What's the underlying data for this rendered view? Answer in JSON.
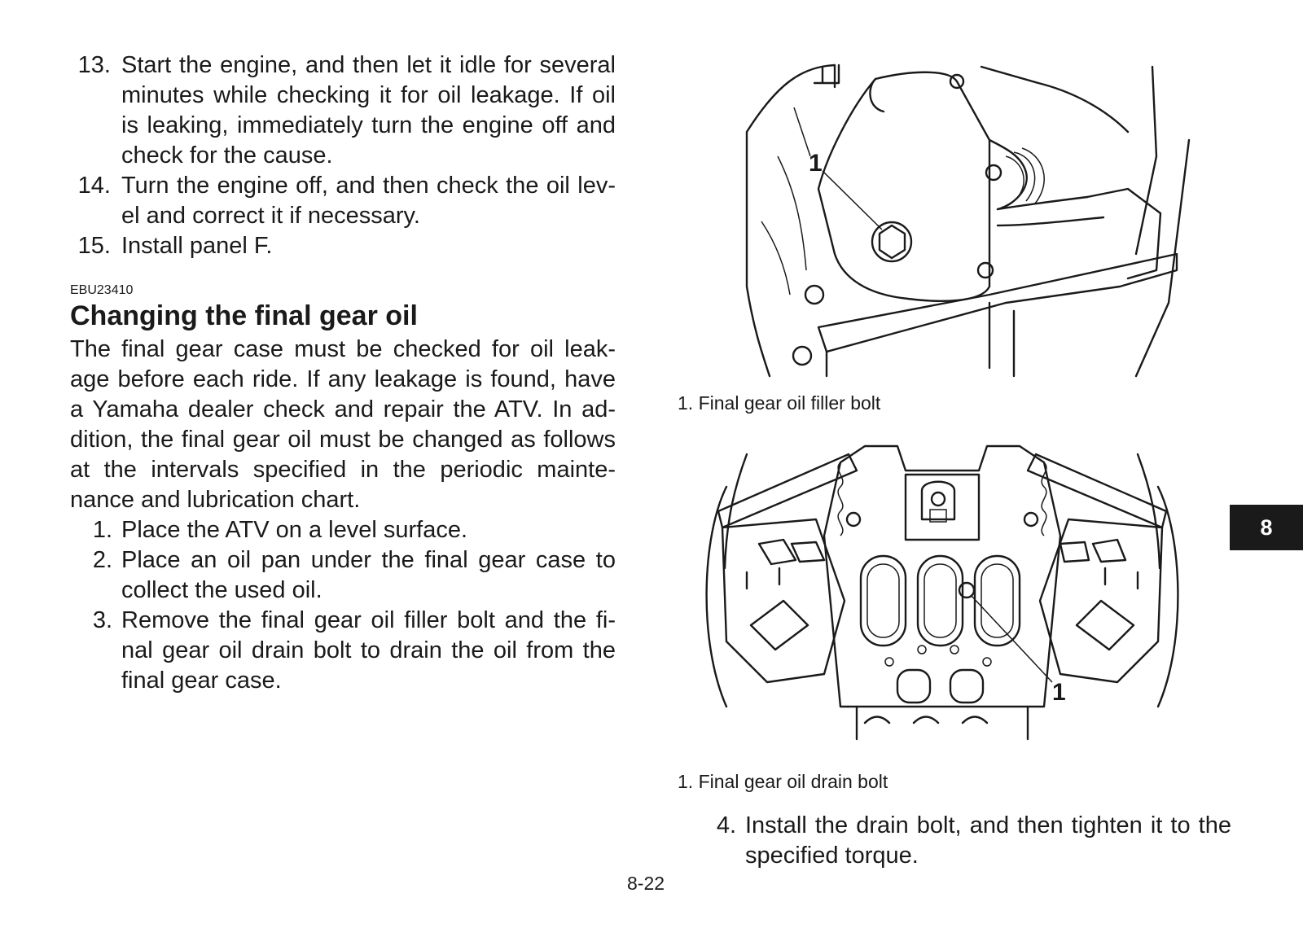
{
  "left": {
    "steps_a": [
      {
        "num": "13.",
        "text": "Start the engine, and then let it idle for several minutes while checking it for oil leakage. If oil is leaking, immediately turn the engine off and check for the cause."
      },
      {
        "num": "14.",
        "text": "Turn the engine off, and then check the oil lev-el and correct it if necessary."
      },
      {
        "num": "15.",
        "text": "Install panel F."
      }
    ],
    "section_code": "EBU23410",
    "section_title": "Changing the final gear oil",
    "intro": "The final gear case must be checked for oil leak-age before each ride. If any leakage is found, have a Yamaha dealer check and repair the ATV. In ad-dition, the final gear oil must be changed as follows at the intervals specified in the periodic mainte-nance and lubrication chart.",
    "steps_b": [
      {
        "num": "1.",
        "text": "Place the ATV on a level surface."
      },
      {
        "num": "2.",
        "text": "Place an oil pan under the final gear case to collect the used oil."
      },
      {
        "num": "3.",
        "text": "Remove the final gear oil filler bolt and the fi-nal gear oil drain bolt to drain the oil from the final gear case."
      }
    ]
  },
  "figures": {
    "fig1": {
      "callout": "1",
      "caption": "1. Final gear oil filler bolt"
    },
    "fig2": {
      "callout": "1",
      "caption": "1. Final gear oil drain bolt"
    }
  },
  "step4": {
    "num": "4.",
    "text": "Install the drain bolt, and then tighten it to the specified torque."
  },
  "chapter_tab": "8",
  "page_number": "8-22"
}
